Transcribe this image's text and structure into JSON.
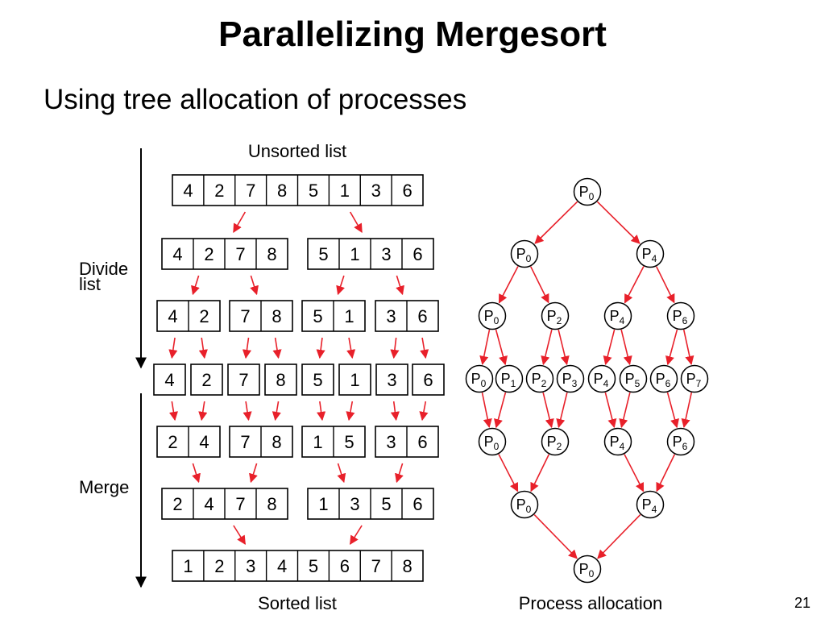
{
  "slide": {
    "title": "Parallelizing Mergesort",
    "subtitle": "Using tree allocation of processes",
    "page_number": "21"
  },
  "colors": {
    "arrow": "#e8202a",
    "box_border": "#000000",
    "text": "#000000",
    "background": "#ffffff"
  },
  "labels": {
    "unsorted": "Unsorted list",
    "divide_line1": "Divide",
    "divide_line2": "list",
    "merge": "Merge",
    "sorted": "Sorted list",
    "process_allocation": "Process allocation"
  },
  "sort_rows": [
    [
      [
        "4",
        "2",
        "7",
        "8",
        "5",
        "1",
        "3",
        "6"
      ]
    ],
    [
      [
        "4",
        "2",
        "7",
        "8"
      ],
      [
        "5",
        "1",
        "3",
        "6"
      ]
    ],
    [
      [
        "4",
        "2"
      ],
      [
        "7",
        "8"
      ],
      [
        "5",
        "1"
      ],
      [
        "3",
        "6"
      ]
    ],
    [
      [
        "4"
      ],
      [
        "2"
      ],
      [
        "7"
      ],
      [
        "8"
      ],
      [
        "5"
      ],
      [
        "1"
      ],
      [
        "3"
      ],
      [
        "6"
      ]
    ],
    [
      [
        "2",
        "4"
      ],
      [
        "7",
        "8"
      ],
      [
        "1",
        "5"
      ],
      [
        "3",
        "6"
      ]
    ],
    [
      [
        "2",
        "4",
        "7",
        "8"
      ],
      [
        "1",
        "3",
        "5",
        "6"
      ]
    ],
    [
      [
        "1",
        "2",
        "3",
        "4",
        "5",
        "6",
        "7",
        "8"
      ]
    ]
  ],
  "process_levels": [
    [
      "0"
    ],
    [
      "0",
      "4"
    ],
    [
      "0",
      "2",
      "4",
      "6"
    ],
    [
      "0",
      "1",
      "2",
      "3",
      "4",
      "5",
      "6",
      "7"
    ],
    [
      "0",
      "2",
      "4",
      "6"
    ],
    [
      "0",
      "4"
    ],
    [
      "0"
    ]
  ],
  "process_prefix": "P"
}
